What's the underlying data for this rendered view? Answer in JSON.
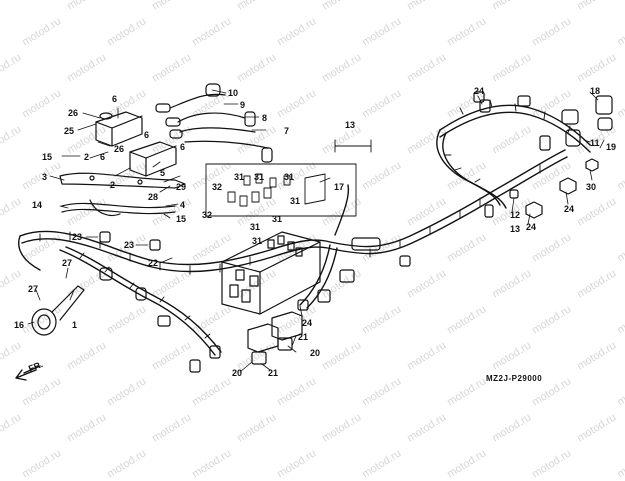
{
  "watermark": "motod.ru",
  "diagram": {
    "code_label": "MZ2J-P29000",
    "fr_label": "FR.",
    "callouts": [
      {
        "id": "c26a",
        "text": "26"
      },
      {
        "id": "c6a",
        "text": "6"
      },
      {
        "id": "c25",
        "text": "25"
      },
      {
        "id": "c2a",
        "text": "2"
      },
      {
        "id": "c15a",
        "text": "15"
      },
      {
        "id": "c6b",
        "text": "6"
      },
      {
        "id": "c26b",
        "text": "26"
      },
      {
        "id": "c6c",
        "text": "6"
      },
      {
        "id": "c6d",
        "text": "6"
      },
      {
        "id": "c3",
        "text": "3"
      },
      {
        "id": "c5",
        "text": "5"
      },
      {
        "id": "c2b",
        "text": "2"
      },
      {
        "id": "c10",
        "text": "10"
      },
      {
        "id": "c9",
        "text": "9"
      },
      {
        "id": "c8",
        "text": "8"
      },
      {
        "id": "c7",
        "text": "7"
      },
      {
        "id": "c13",
        "text": "13"
      },
      {
        "id": "c31a",
        "text": "31"
      },
      {
        "id": "c31b",
        "text": "31"
      },
      {
        "id": "c31c",
        "text": "31"
      },
      {
        "id": "c32a",
        "text": "32"
      },
      {
        "id": "c32b",
        "text": "32"
      },
      {
        "id": "c31d",
        "text": "31"
      },
      {
        "id": "c31e",
        "text": "31"
      },
      {
        "id": "c31f",
        "text": "31"
      },
      {
        "id": "c31g",
        "text": "31"
      },
      {
        "id": "c17",
        "text": "17"
      },
      {
        "id": "c29",
        "text": "29"
      },
      {
        "id": "c28",
        "text": "28"
      },
      {
        "id": "c4",
        "text": "4"
      },
      {
        "id": "c15b",
        "text": "15"
      },
      {
        "id": "c14",
        "text": "14"
      },
      {
        "id": "c23a",
        "text": "23"
      },
      {
        "id": "c23b",
        "text": "23"
      },
      {
        "id": "c22",
        "text": "22"
      },
      {
        "id": "c27a",
        "text": "27"
      },
      {
        "id": "c27b",
        "text": "27"
      },
      {
        "id": "c1",
        "text": "1"
      },
      {
        "id": "c16",
        "text": "16"
      },
      {
        "id": "c24a",
        "text": "24"
      },
      {
        "id": "c24b",
        "text": "24"
      },
      {
        "id": "c24c",
        "text": "24"
      },
      {
        "id": "c18",
        "text": "18"
      },
      {
        "id": "c11",
        "text": "11"
      },
      {
        "id": "c19",
        "text": "19"
      },
      {
        "id": "c30",
        "text": "30"
      },
      {
        "id": "c12",
        "text": "12"
      },
      {
        "id": "c13b",
        "text": "13"
      },
      {
        "id": "c21a",
        "text": "21"
      },
      {
        "id": "c21b",
        "text": "21"
      },
      {
        "id": "c20a",
        "text": "20"
      },
      {
        "id": "c20b",
        "text": "20"
      }
    ]
  }
}
